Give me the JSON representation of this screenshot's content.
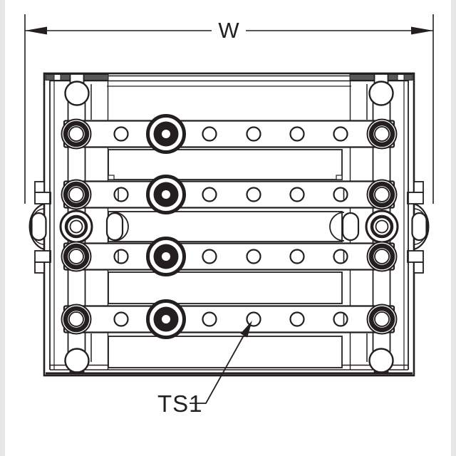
{
  "page": {
    "background": "#ffffff",
    "margin_stripe_color": "#e7e7e7"
  },
  "drawing": {
    "dimension_label": "W",
    "callout_label": "TS1",
    "line_color": "#231f20",
    "corner_strip_color": "#57585a",
    "structure": {
      "terminal_strip_rows": 4,
      "small_holes_per_strip": 5,
      "end_terminals_per_strip": 2,
      "center_bolts_per_strip": 1,
      "mounting_ears": 2,
      "corner_screws": 4
    }
  }
}
